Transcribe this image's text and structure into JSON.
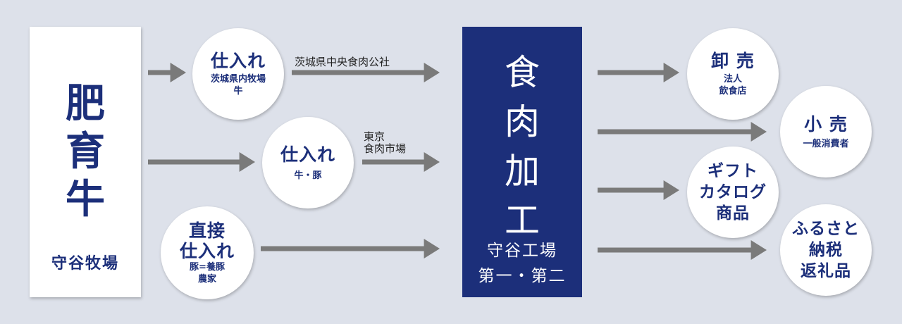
{
  "source": {
    "title_chars": [
      "肥",
      "育",
      "牛"
    ],
    "subtitle": "守谷牧場"
  },
  "purchase_1": {
    "title": "仕入れ",
    "sub_lines": [
      "茨城県内牧場",
      "牛"
    ]
  },
  "purchase_2": {
    "title": "仕入れ",
    "sub_lines": [
      "牛・豚"
    ]
  },
  "purchase_3": {
    "title_lines": [
      "直接",
      "仕入れ"
    ],
    "sub_lines": [
      "豚=養豚",
      "農家"
    ]
  },
  "route_labels": {
    "top": "茨城県中央食肉公社",
    "middle_lines": [
      "東京",
      "食肉市場"
    ]
  },
  "factory": {
    "title_chars": [
      "食",
      "肉",
      "加",
      "工"
    ],
    "sub_lines": [
      "守谷工場",
      "第一・第二"
    ]
  },
  "outlets": {
    "wholesale": {
      "title": "卸 売",
      "sub_lines": [
        "法人",
        "飲食店"
      ]
    },
    "retail": {
      "title": "小 売",
      "sub_lines": [
        "一般消費者"
      ]
    },
    "gift": {
      "title_lines": [
        "ギフト",
        "カタログ",
        "商品"
      ]
    },
    "furusato": {
      "title_lines": [
        "ふるさと",
        "納税",
        "返礼品"
      ]
    }
  },
  "colors": {
    "navy": "#1c2f7a",
    "arrow": "#7a7a7a",
    "background": "#dde1ea"
  }
}
